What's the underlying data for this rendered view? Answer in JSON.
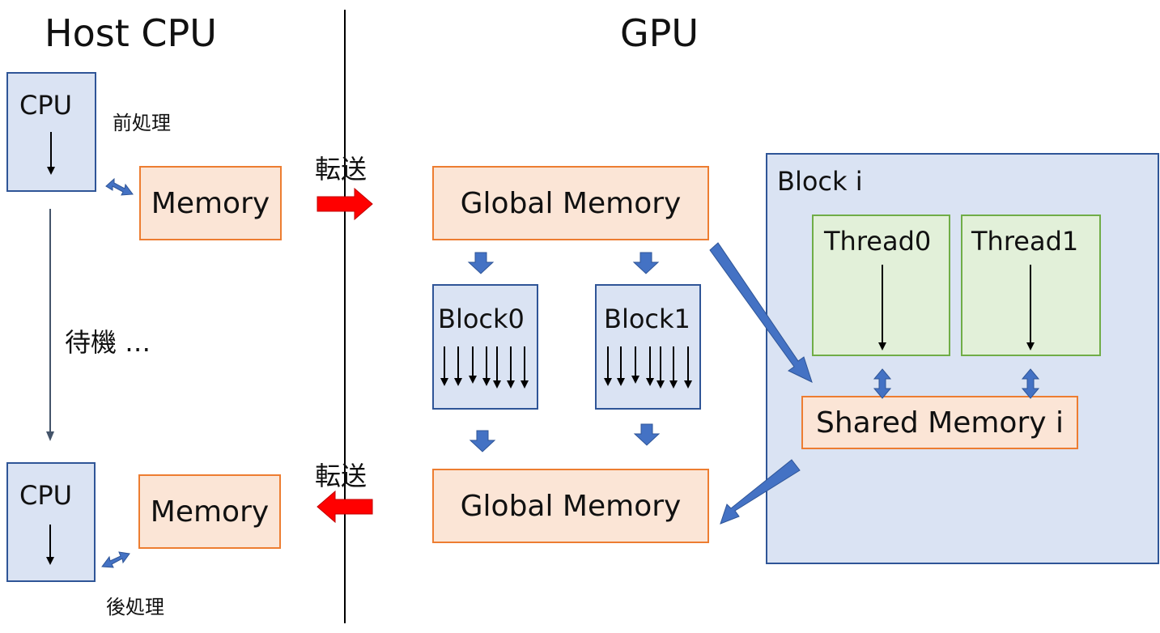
{
  "headings": {
    "host": "Host CPU",
    "gpu": "GPU"
  },
  "host": {
    "cpu_top": "CPU",
    "cpu_bottom": "CPU",
    "preprocess": "前処理",
    "postprocess": "後処理",
    "wait": "待機 …",
    "memory_top": "Memory",
    "memory_bottom": "Memory"
  },
  "transfer": {
    "to_gpu": "転送",
    "to_host": "転送"
  },
  "gpu": {
    "global_memory_top": "Global Memory",
    "global_memory_bottom": "Global Memory",
    "block0": "Block0",
    "block1": "Block1",
    "block_i": {
      "title": "Block i",
      "thread0": "Thread0",
      "thread1": "Thread1",
      "shared_memory": "Shared Memory i"
    }
  },
  "colors": {
    "cpu_fill": "#dae3f3",
    "memory_fill": "#fbe5d6",
    "memory_border": "#ed7d31",
    "thread_fill": "#e2f0d9",
    "thread_border": "#70ad47",
    "flow_arrow": "#4472c4",
    "transfer_arrow": "#ff0000"
  }
}
